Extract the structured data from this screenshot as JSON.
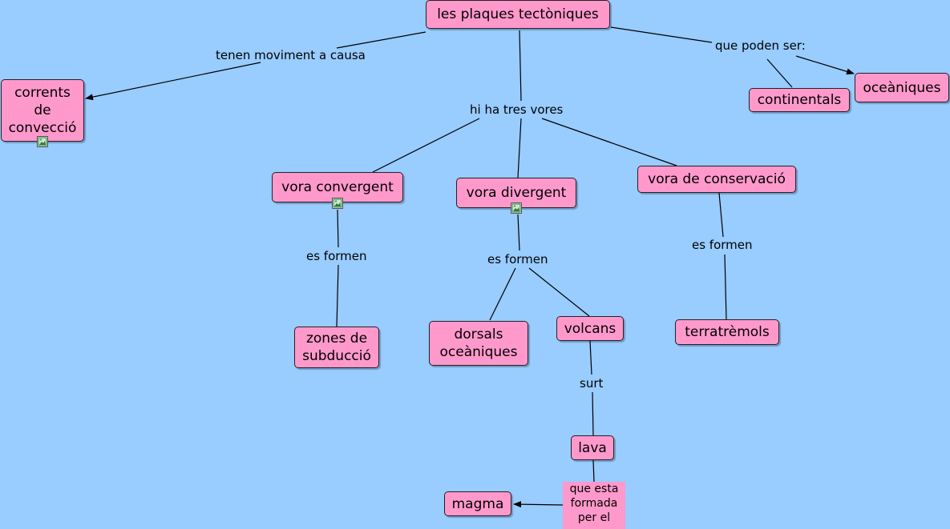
{
  "concepts": {
    "plaques": "les plaques tectòniques",
    "corrents": "corrents\nde\nconvecció",
    "continentals": "continentals",
    "oceaniques": "oceàniques",
    "convergent": "vora convergent",
    "divergent": "vora divergent",
    "conservacio": "vora de conservació",
    "subduccio": "zones de\nsubducció",
    "dorsals": "dorsals\noceàniques",
    "volcans": "volcans",
    "terratremols": "terratrèmols",
    "lava": "lava",
    "magma": "magma"
  },
  "links": {
    "moviment": "tenen moviment a causa",
    "poden_ser": "que poden ser:",
    "tres_vores": "hi ha tres vores",
    "formen_convergent": "es formen",
    "formen_divergent": "es formen",
    "formen_conservacio": "es formen",
    "surt": "surt",
    "formada": "que esta\nformada\nper el"
  },
  "colors": {
    "background": "#99ccff",
    "concept_fill": "#ff99cc",
    "line": "#000000"
  },
  "icons": [
    "image-resource-icon"
  ]
}
